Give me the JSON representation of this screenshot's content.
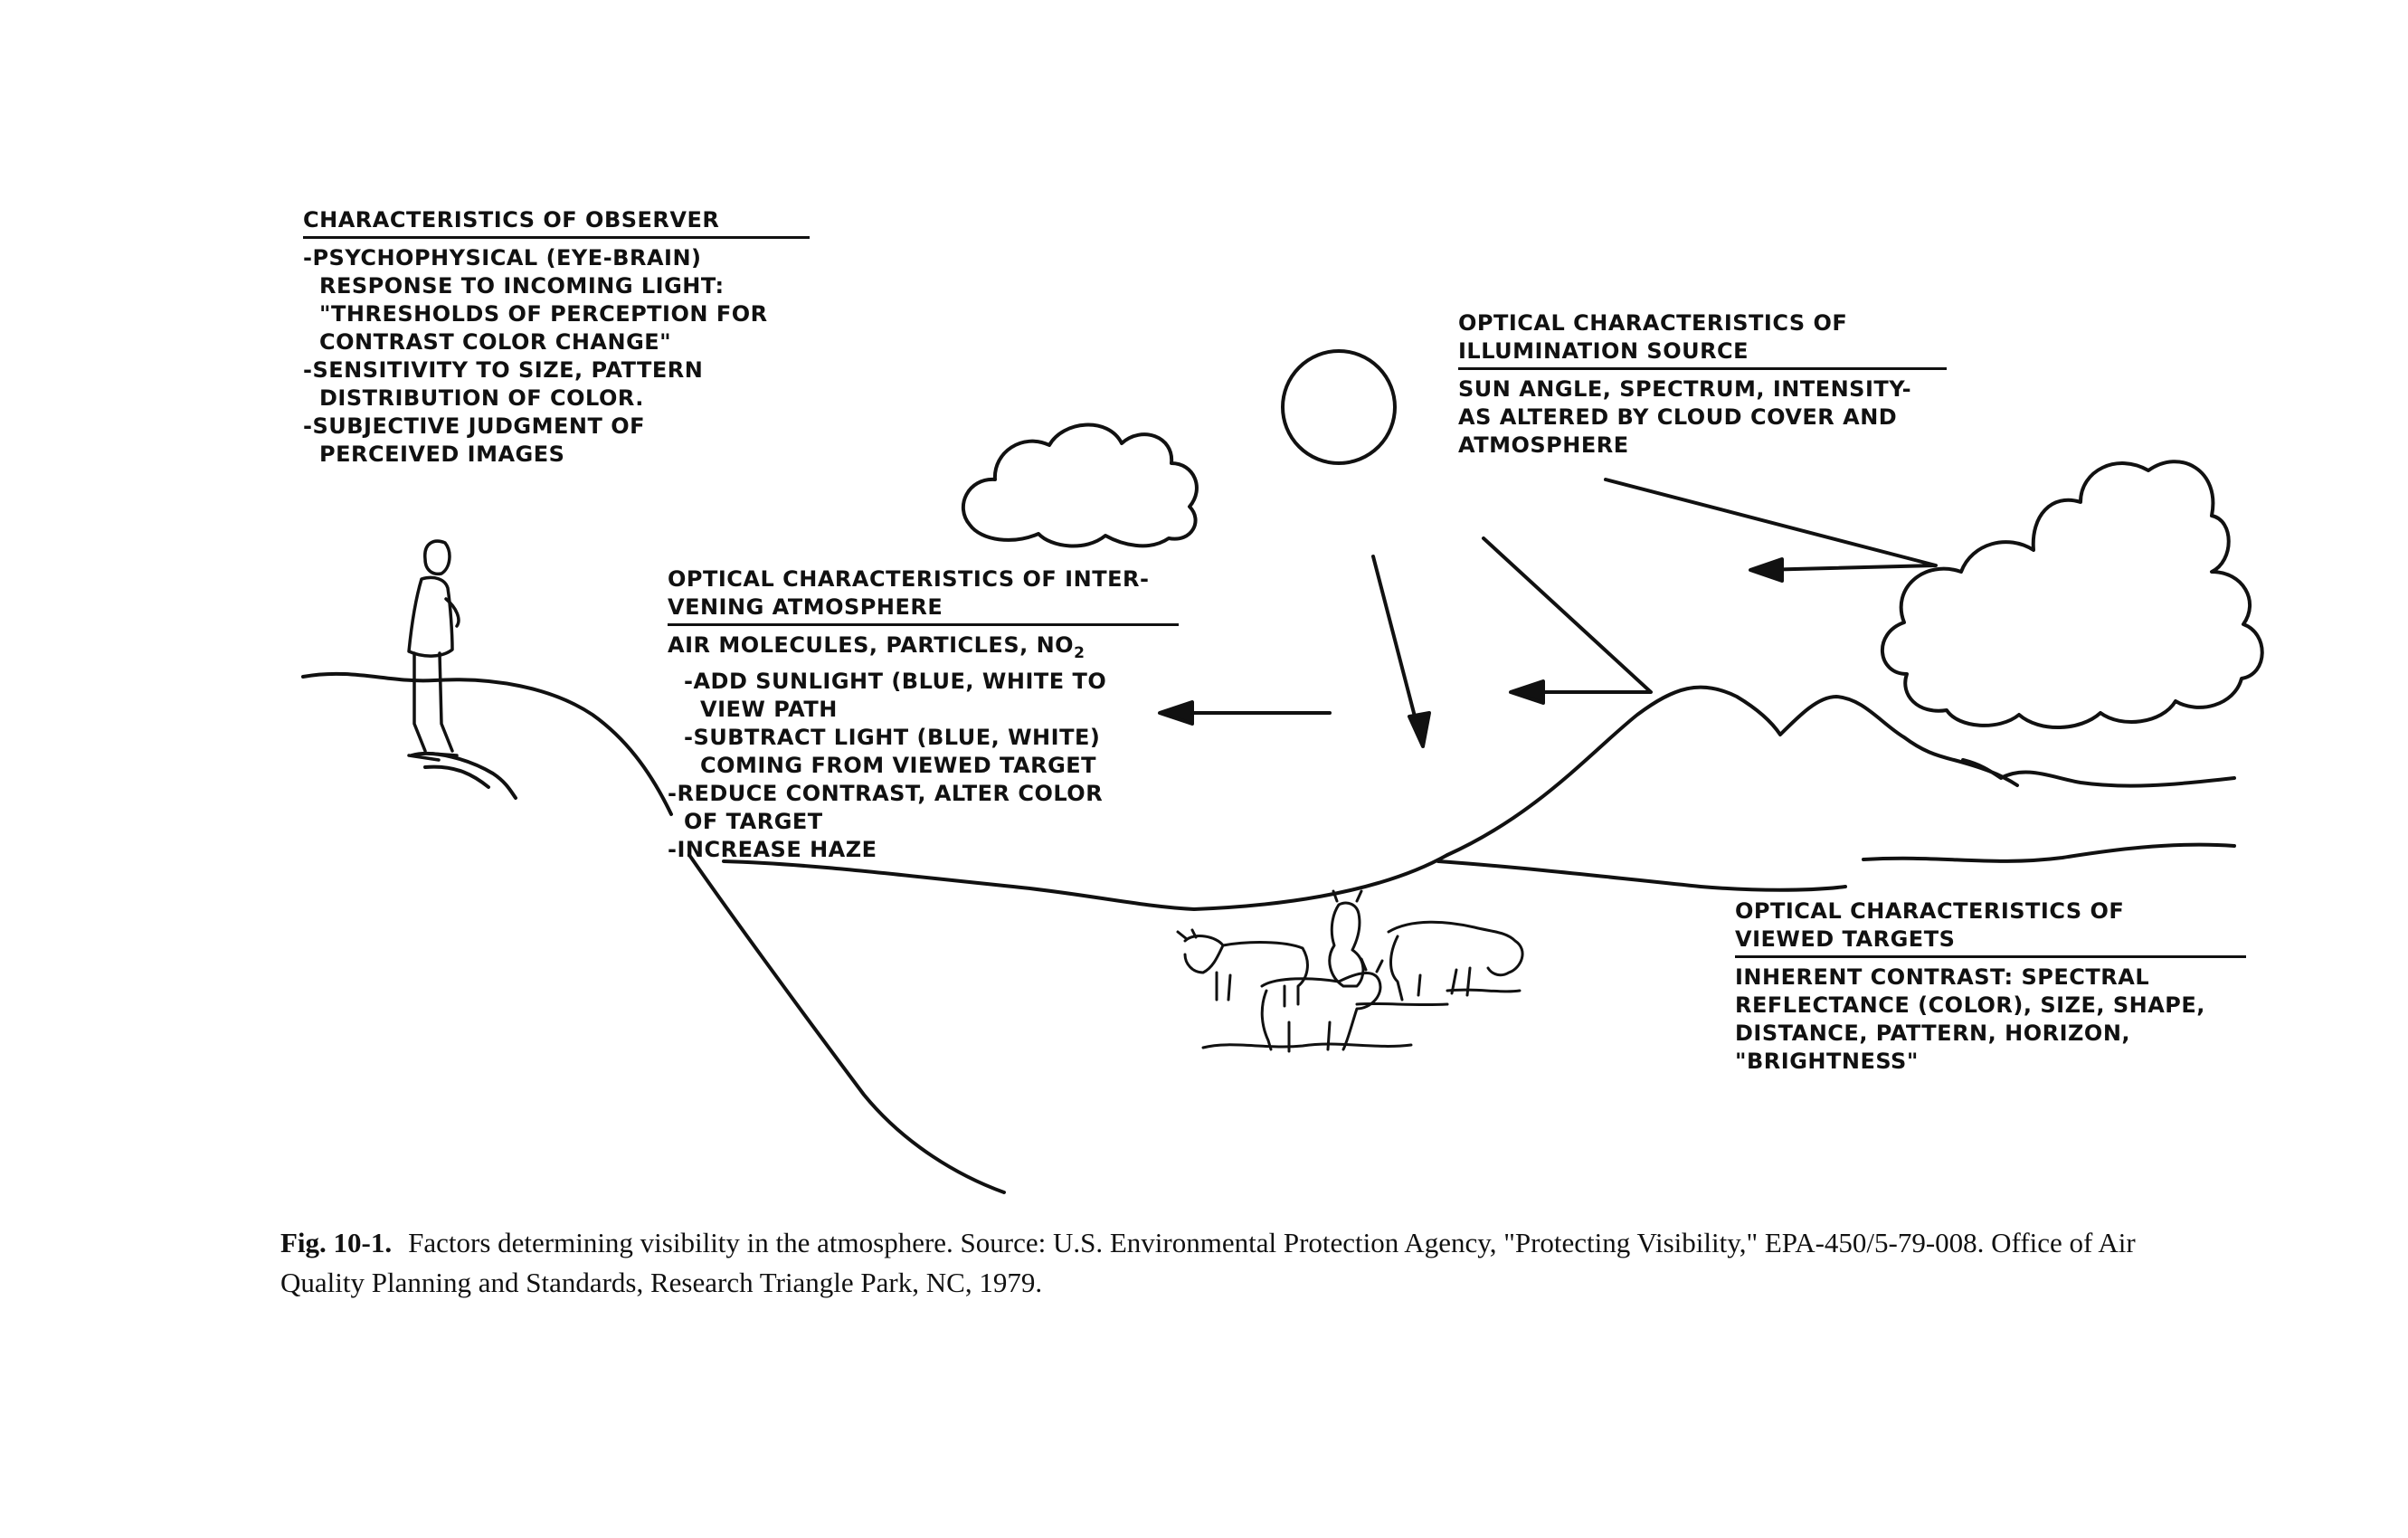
{
  "observer": {
    "heading": "CHARACTERISTICS OF OBSERVER",
    "lines": [
      "-PSYCHOPHYSICAL (EYE-BRAIN)",
      "RESPONSE TO INCOMING LIGHT:",
      "\"THRESHOLDS OF PERCEPTION FOR",
      "CONTRAST COLOR CHANGE\"",
      "-SENSITIVITY TO SIZE, PATTERN",
      "DISTRIBUTION OF COLOR.",
      "-SUBJECTIVE JUDGMENT OF",
      "PERCEIVED IMAGES"
    ]
  },
  "illumination": {
    "heading_line1": "OPTICAL CHARACTERISTICS OF",
    "heading_line2": "ILLUMINATION SOURCE",
    "lines": [
      "SUN ANGLE, SPECTRUM, INTENSITY-",
      "AS ALTERED BY CLOUD COVER AND",
      "ATMOSPHERE"
    ]
  },
  "atmosphere": {
    "heading_line1": "OPTICAL CHARACTERISTICS OF INTER-",
    "heading_line2": "VENING ATMOSPHERE",
    "lines": [
      "AIR MOLECULES, PARTICLES, NO",
      "-ADD SUNLIGHT (BLUE, WHITE TO",
      "VIEW PATH",
      "-SUBTRACT LIGHT (BLUE, WHITE)",
      "COMING FROM VIEWED TARGET",
      "-REDUCE CONTRAST, ALTER COLOR",
      "OF TARGET",
      "-INCREASE HAZE"
    ],
    "subscript": "2"
  },
  "targets": {
    "heading_line1": "OPTICAL CHARACTERISTICS OF",
    "heading_line2": "VIEWED TARGETS",
    "lines": [
      "INHERENT CONTRAST: SPECTRAL",
      "REFLECTANCE (COLOR), SIZE, SHAPE,",
      "DISTANCE, PATTERN, HORIZON,",
      "\"BRIGHTNESS\""
    ]
  },
  "caption": {
    "label": "Fig. 10-1.",
    "text": "Factors determining visibility in the atmosphere. Source: U.S. Environmental Protection Agency, \"Protecting Visibility,\" EPA-450/5-79-008. Office of Air Quality Planning and Standards, Research Triangle Park, NC, 1979."
  }
}
